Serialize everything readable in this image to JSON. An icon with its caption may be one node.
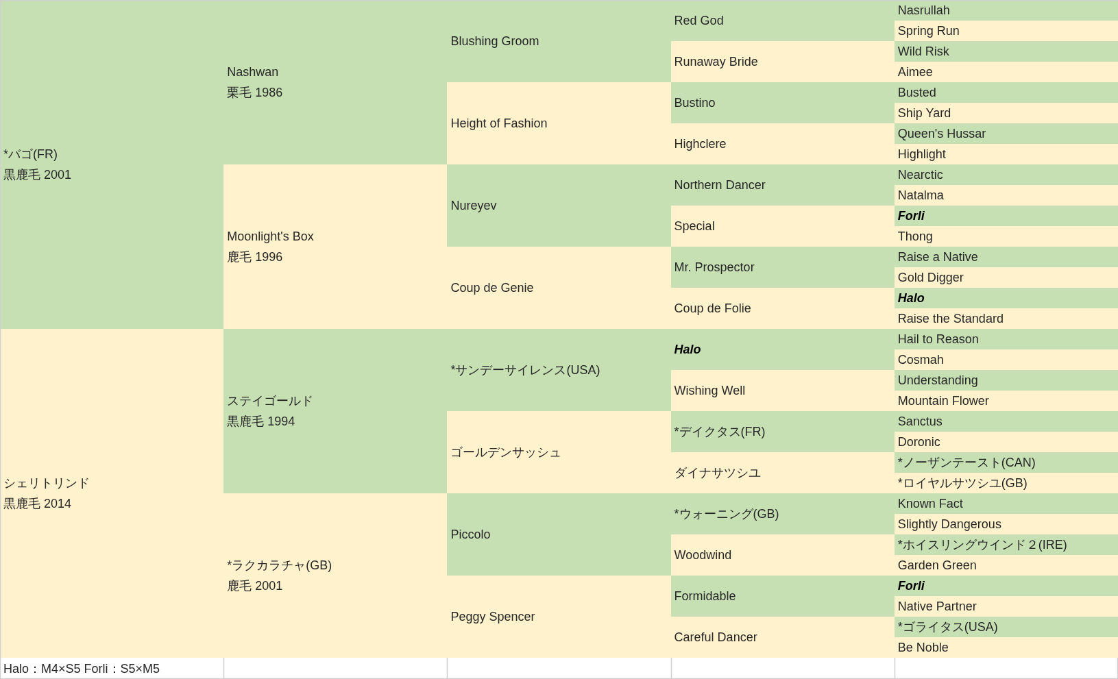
{
  "diagram": {
    "nodes": [
      {
        "text": [
          "*バゴ(FR)",
          "黒鹿毛 2001"
        ]
      },
      {
        "text": [
          "Nashwan",
          "栗毛 1986"
        ]
      },
      {
        "text": [
          "Blushing Groom"
        ]
      },
      {
        "text": [
          "Red God"
        ]
      },
      {
        "text": [
          "Nasrullah"
        ]
      },
      {
        "text": [
          "Spring Run"
        ]
      },
      {
        "text": [
          "Runaway Bride"
        ]
      },
      {
        "text": [
          "Wild Risk"
        ]
      },
      {
        "text": [
          "Aimee"
        ]
      },
      {
        "text": [
          "Height of Fashion"
        ]
      },
      {
        "text": [
          "Bustino"
        ]
      },
      {
        "text": [
          "Busted"
        ]
      },
      {
        "text": [
          "Ship Yard"
        ]
      },
      {
        "text": [
          "Highclere"
        ]
      },
      {
        "text": [
          "Queen's Hussar"
        ]
      },
      {
        "text": [
          "Highlight"
        ]
      },
      {
        "text": [
          "Moonlight's Box",
          "鹿毛 1996"
        ]
      },
      {
        "text": [
          "Nureyev"
        ]
      },
      {
        "text": [
          "Northern Dancer"
        ]
      },
      {
        "text": [
          "Nearctic"
        ]
      },
      {
        "text": [
          "Natalma"
        ]
      },
      {
        "text": [
          "Special"
        ]
      },
      {
        "text": [
          "Forli"
        ]
      },
      {
        "text": [
          "Thong"
        ]
      },
      {
        "text": [
          "Coup de Genie"
        ]
      },
      {
        "text": [
          "Mr. Prospector"
        ]
      },
      {
        "text": [
          "Raise a Native"
        ]
      },
      {
        "text": [
          "Gold Digger"
        ]
      },
      {
        "text": [
          "Coup de Folie"
        ]
      },
      {
        "text": [
          "Halo"
        ]
      },
      {
        "text": [
          "Raise the Standard"
        ]
      },
      {
        "text": [
          "シェリトリンド",
          "黒鹿毛 2014"
        ]
      },
      {
        "text": [
          "ステイゴールド",
          "黒鹿毛 1994"
        ]
      },
      {
        "text": [
          "*サンデーサイレンス(USA)"
        ]
      },
      {
        "text": [
          "Halo"
        ]
      },
      {
        "text": [
          "Hail to Reason"
        ]
      },
      {
        "text": [
          "Cosmah"
        ]
      },
      {
        "text": [
          "Wishing Well"
        ]
      },
      {
        "text": [
          "Understanding"
        ]
      },
      {
        "text": [
          "Mountain Flower"
        ]
      },
      {
        "text": [
          "ゴールデンサッシュ"
        ]
      },
      {
        "text": [
          "*デイクタス(FR)"
        ]
      },
      {
        "text": [
          "Sanctus"
        ]
      },
      {
        "text": [
          "Doronic"
        ]
      },
      {
        "text": [
          "ダイナサツシユ"
        ]
      },
      {
        "text": [
          "*ノーザンテースト(CAN)"
        ]
      },
      {
        "text": [
          "*ロイヤルサツシユ(GB)"
        ]
      },
      {
        "text": [
          "*ラクカラチャ(GB)",
          "鹿毛 2001"
        ]
      },
      {
        "text": [
          "Piccolo"
        ]
      },
      {
        "text": [
          "*ウォーニング(GB)"
        ]
      },
      {
        "text": [
          "Known Fact"
        ]
      },
      {
        "text": [
          "Slightly Dangerous"
        ]
      },
      {
        "text": [
          "Woodwind"
        ]
      },
      {
        "text": [
          "*ホイスリングウインド２(IRE)"
        ]
      },
      {
        "text": [
          "Garden Green"
        ]
      },
      {
        "text": [
          "Peggy Spencer"
        ]
      },
      {
        "text": [
          "Formidable"
        ]
      },
      {
        "text": [
          "Forli"
        ]
      },
      {
        "text": [
          "Native Partner"
        ]
      },
      {
        "text": [
          "Careful Dancer"
        ]
      },
      {
        "text": [
          "*ゴライタス(USA)"
        ]
      },
      {
        "text": [
          "Be Noble"
        ]
      }
    ],
    "labels": [
      "Halo：M4×S5 Forli：S5×M5"
    ]
  }
}
